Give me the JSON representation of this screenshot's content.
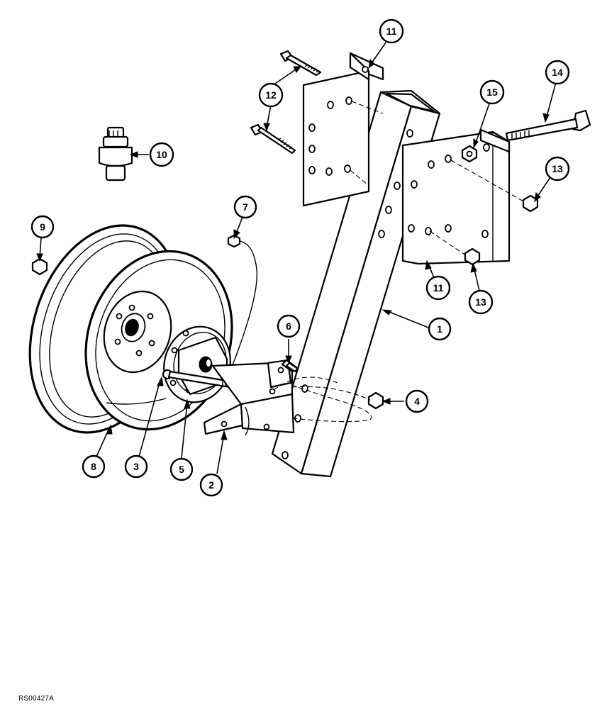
{
  "callouts": [
    {
      "id": "1",
      "label": "1"
    },
    {
      "id": "2",
      "label": "2"
    },
    {
      "id": "3",
      "label": "3"
    },
    {
      "id": "4",
      "label": "4"
    },
    {
      "id": "5",
      "label": "5"
    },
    {
      "id": "6",
      "label": "6"
    },
    {
      "id": "7",
      "label": "7"
    },
    {
      "id": "8",
      "label": "8"
    },
    {
      "id": "9",
      "label": "9"
    },
    {
      "id": "10",
      "label": "10"
    },
    {
      "id": "11a",
      "label": "11"
    },
    {
      "id": "11b",
      "label": "11"
    },
    {
      "id": "12",
      "label": "12"
    },
    {
      "id": "13a",
      "label": "13"
    },
    {
      "id": "13b",
      "label": "13"
    },
    {
      "id": "14",
      "label": "14"
    },
    {
      "id": "15",
      "label": "15"
    }
  ],
  "figure_code": "RS00427A"
}
